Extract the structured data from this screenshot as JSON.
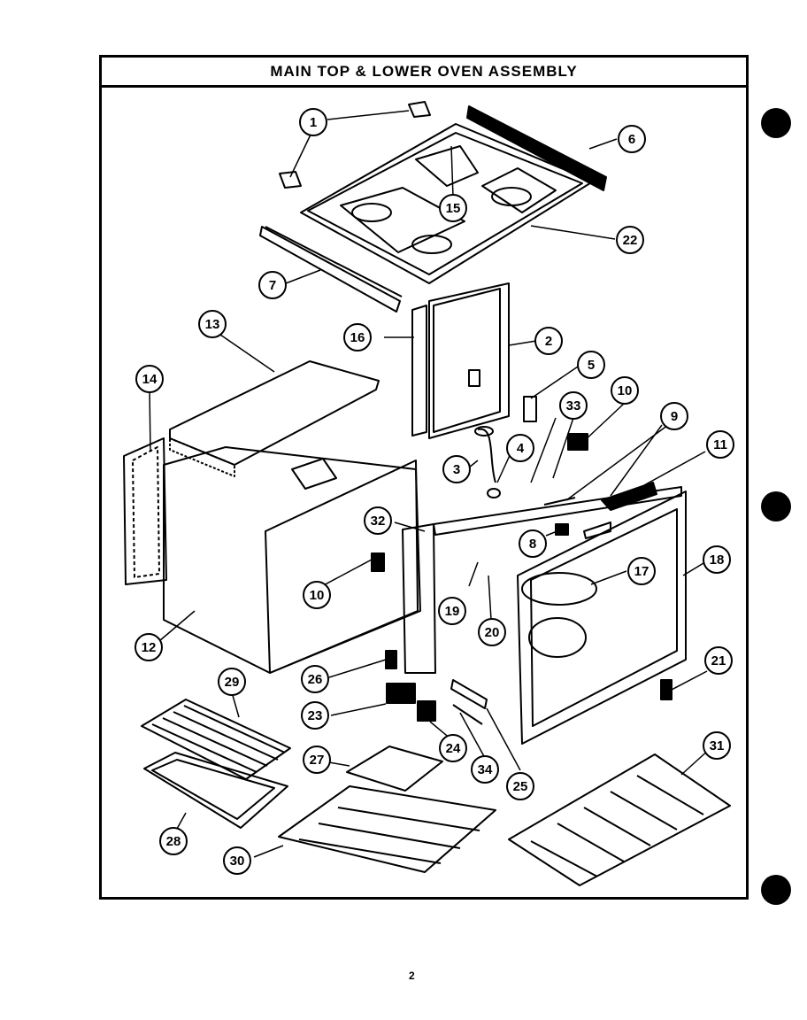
{
  "title": "MAIN TOP & LOWER OVEN ASSEMBLY",
  "page_number": "2",
  "callouts": [
    "1",
    "2",
    "3",
    "4",
    "5",
    "6",
    "7",
    "8",
    "9",
    "10",
    "10",
    "11",
    "12",
    "13",
    "14",
    "15",
    "16",
    "17",
    "18",
    "19",
    "20",
    "21",
    "22",
    "23",
    "24",
    "25",
    "26",
    "27",
    "28",
    "29",
    "30",
    "31",
    "32",
    "33",
    "34"
  ]
}
